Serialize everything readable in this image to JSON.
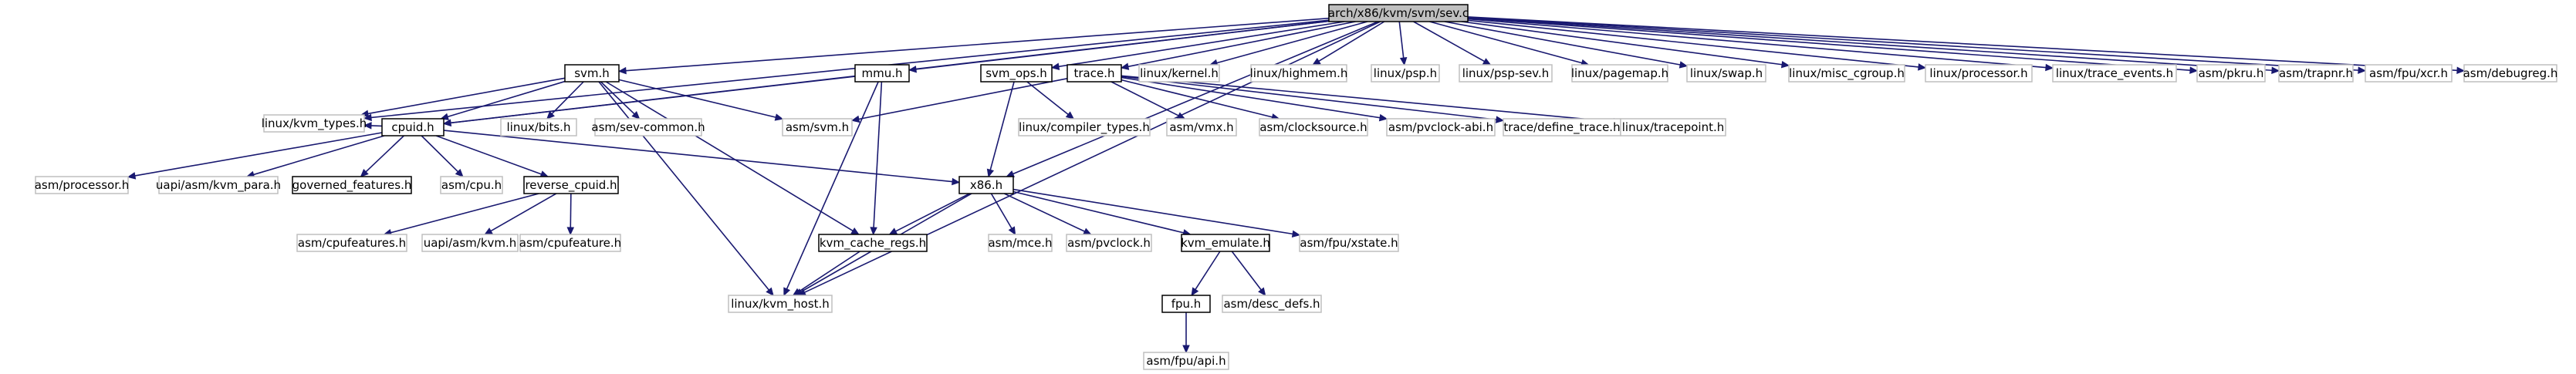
{
  "graph": {
    "colors": {
      "edge": "#191970",
      "root_fill": "#bfbfbf",
      "root_border": "#000000",
      "doc_fill": "#ffffff",
      "doc_border": "#000000",
      "nodoc_fill": "#ffffff",
      "nodoc_border": "#bfbfbf",
      "text": "#000000"
    },
    "nodes": [
      {
        "id": "sev_c",
        "label": "arch/x86/kvm/svm/sev.c",
        "style": "root"
      },
      {
        "id": "kvm_types",
        "label": "linux/kvm_types.h",
        "style": "nodoc"
      },
      {
        "id": "svm_h",
        "label": "svm.h",
        "style": "doc"
      },
      {
        "id": "mmu_h",
        "label": "mmu.h",
        "style": "doc"
      },
      {
        "id": "svm_ops",
        "label": "svm_ops.h",
        "style": "doc"
      },
      {
        "id": "trace_h",
        "label": "trace.h",
        "style": "doc"
      },
      {
        "id": "lkernel",
        "label": "linux/kernel.h",
        "style": "nodoc"
      },
      {
        "id": "lhighmem",
        "label": "linux/highmem.h",
        "style": "nodoc"
      },
      {
        "id": "lpsp",
        "label": "linux/psp.h",
        "style": "nodoc"
      },
      {
        "id": "lpspsev",
        "label": "linux/psp-sev.h",
        "style": "nodoc"
      },
      {
        "id": "lpagemap",
        "label": "linux/pagemap.h",
        "style": "nodoc"
      },
      {
        "id": "lswap",
        "label": "linux/swap.h",
        "style": "nodoc"
      },
      {
        "id": "lmisc",
        "label": "linux/misc_cgroup.h",
        "style": "nodoc"
      },
      {
        "id": "lproc",
        "label": "linux/processor.h",
        "style": "nodoc"
      },
      {
        "id": "ltrace_ev",
        "label": "linux/trace_events.h",
        "style": "nodoc"
      },
      {
        "id": "apkru",
        "label": "asm/pkru.h",
        "style": "nodoc"
      },
      {
        "id": "atrapnr",
        "label": "asm/trapnr.h",
        "style": "nodoc"
      },
      {
        "id": "afpuxcr",
        "label": "asm/fpu/xcr.h",
        "style": "nodoc"
      },
      {
        "id": "adebugreg",
        "label": "asm/debugreg.h",
        "style": "nodoc"
      },
      {
        "id": "cpuid_h",
        "label": "cpuid.h",
        "style": "doc"
      },
      {
        "id": "lbits",
        "label": "linux/bits.h",
        "style": "nodoc"
      },
      {
        "id": "asevcommon",
        "label": "asm/sev-common.h",
        "style": "nodoc"
      },
      {
        "id": "asvm",
        "label": "asm/svm.h",
        "style": "nodoc"
      },
      {
        "id": "lcompiler",
        "label": "linux/compiler_types.h",
        "style": "nodoc"
      },
      {
        "id": "avmx",
        "label": "asm/vmx.h",
        "style": "nodoc"
      },
      {
        "id": "aclock",
        "label": "asm/clocksource.h",
        "style": "nodoc"
      },
      {
        "id": "apvclockabi",
        "label": "asm/pvclock-abi.h",
        "style": "nodoc"
      },
      {
        "id": "tdefine",
        "label": "trace/define_trace.h",
        "style": "nodoc"
      },
      {
        "id": "ltracepoint",
        "label": "linux/tracepoint.h",
        "style": "nodoc"
      },
      {
        "id": "aproc",
        "label": "asm/processor.h",
        "style": "nodoc"
      },
      {
        "id": "uapikvmpara",
        "label": "uapi/asm/kvm_para.h",
        "style": "nodoc"
      },
      {
        "id": "governed",
        "label": "governed_features.h",
        "style": "doc"
      },
      {
        "id": "acpu",
        "label": "asm/cpu.h",
        "style": "nodoc"
      },
      {
        "id": "revcpuid",
        "label": "reverse_cpuid.h",
        "style": "doc"
      },
      {
        "id": "x86_h",
        "label": "x86.h",
        "style": "doc"
      },
      {
        "id": "acpufeatures",
        "label": "asm/cpufeatures.h",
        "style": "nodoc"
      },
      {
        "id": "uapikvm",
        "label": "uapi/asm/kvm.h",
        "style": "nodoc"
      },
      {
        "id": "acpufeature",
        "label": "asm/cpufeature.h",
        "style": "nodoc"
      },
      {
        "id": "kvmcache",
        "label": "kvm_cache_regs.h",
        "style": "doc"
      },
      {
        "id": "amce",
        "label": "asm/mce.h",
        "style": "nodoc"
      },
      {
        "id": "apvclock",
        "label": "asm/pvclock.h",
        "style": "nodoc"
      },
      {
        "id": "kvmemul",
        "label": "kvm_emulate.h",
        "style": "doc"
      },
      {
        "id": "afpuxstate",
        "label": "asm/fpu/xstate.h",
        "style": "nodoc"
      },
      {
        "id": "fpu_h",
        "label": "fpu.h",
        "style": "doc"
      },
      {
        "id": "adescdefs",
        "label": "asm/desc_defs.h",
        "style": "nodoc"
      },
      {
        "id": "lkvmhost",
        "label": "linux/kvm_host.h",
        "style": "nodoc"
      },
      {
        "id": "afpuapi",
        "label": "asm/fpu/api.h",
        "style": "nodoc"
      }
    ],
    "edges": [
      [
        "sev_c",
        "kvm_types"
      ],
      [
        "sev_c",
        "svm_h"
      ],
      [
        "sev_c",
        "mmu_h"
      ],
      [
        "sev_c",
        "svm_ops"
      ],
      [
        "sev_c",
        "trace_h"
      ],
      [
        "sev_c",
        "lkernel"
      ],
      [
        "sev_c",
        "lhighmem"
      ],
      [
        "sev_c",
        "lpsp"
      ],
      [
        "sev_c",
        "lpspsev"
      ],
      [
        "sev_c",
        "lpagemap"
      ],
      [
        "sev_c",
        "lswap"
      ],
      [
        "sev_c",
        "lmisc"
      ],
      [
        "sev_c",
        "lproc"
      ],
      [
        "sev_c",
        "ltrace_ev"
      ],
      [
        "sev_c",
        "apkru"
      ],
      [
        "sev_c",
        "atrapnr"
      ],
      [
        "sev_c",
        "afpuxcr"
      ],
      [
        "sev_c",
        "adebugreg"
      ],
      [
        "sev_c",
        "cpuid_h"
      ],
      [
        "sev_c",
        "x86_h"
      ],
      [
        "sev_c",
        "lkvmhost"
      ],
      [
        "svm_h",
        "kvm_types"
      ],
      [
        "svm_h",
        "cpuid_h"
      ],
      [
        "svm_h",
        "lbits"
      ],
      [
        "svm_h",
        "asevcommon"
      ],
      [
        "svm_h",
        "asvm"
      ],
      [
        "svm_h",
        "kvmcache"
      ],
      [
        "svm_h",
        "lkvmhost"
      ],
      [
        "mmu_h",
        "cpuid_h"
      ],
      [
        "mmu_h",
        "kvmcache"
      ],
      [
        "mmu_h",
        "lkvmhost"
      ],
      [
        "svm_ops",
        "lcompiler"
      ],
      [
        "svm_ops",
        "x86_h"
      ],
      [
        "trace_h",
        "asvm"
      ],
      [
        "trace_h",
        "avmx"
      ],
      [
        "trace_h",
        "aclock"
      ],
      [
        "trace_h",
        "apvclockabi"
      ],
      [
        "trace_h",
        "tdefine"
      ],
      [
        "trace_h",
        "ltracepoint"
      ],
      [
        "cpuid_h",
        "kvm_types"
      ],
      [
        "cpuid_h",
        "aproc"
      ],
      [
        "cpuid_h",
        "uapikvmpara"
      ],
      [
        "cpuid_h",
        "governed"
      ],
      [
        "cpuid_h",
        "acpu"
      ],
      [
        "cpuid_h",
        "revcpuid"
      ],
      [
        "cpuid_h",
        "x86_h"
      ],
      [
        "revcpuid",
        "acpufeatures"
      ],
      [
        "revcpuid",
        "uapikvm"
      ],
      [
        "revcpuid",
        "acpufeature"
      ],
      [
        "x86_h",
        "kvmcache"
      ],
      [
        "x86_h",
        "amce"
      ],
      [
        "x86_h",
        "apvclock"
      ],
      [
        "x86_h",
        "kvmemul"
      ],
      [
        "x86_h",
        "afpuxstate"
      ],
      [
        "x86_h",
        "lkvmhost"
      ],
      [
        "kvmcache",
        "lkvmhost"
      ],
      [
        "kvmemul",
        "fpu_h"
      ],
      [
        "kvmemul",
        "adescdefs"
      ],
      [
        "fpu_h",
        "afpuapi"
      ]
    ]
  }
}
